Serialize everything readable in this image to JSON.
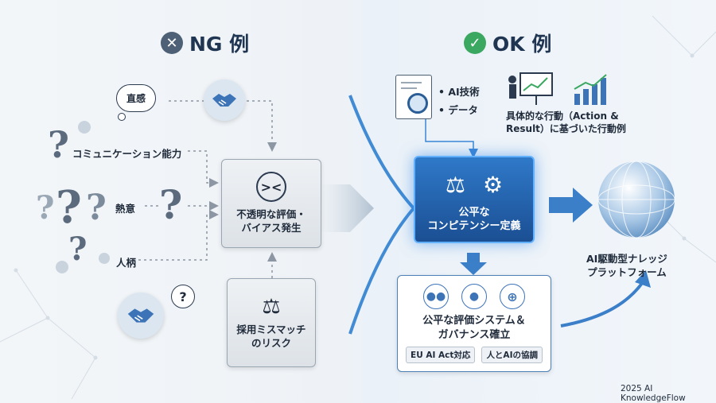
{
  "ng": {
    "title": "NG 例",
    "icon": "close-icon",
    "color": "#4e6075",
    "bubble": "直感",
    "labels": [
      "コミュニケーション能力",
      "熱意",
      "人柄"
    ],
    "problem_box": "不透明な評価・\nバイアス発生",
    "risk_box": "採用ミスマッチ\nのリスク"
  },
  "ok": {
    "title": "OK 例",
    "icon": "check-icon",
    "color": "#3aa860",
    "list": [
      "AI技術",
      "データ"
    ],
    "behavior": "具体的な行動（Action &\nResult）に基づいた行動例",
    "center_box": "公平な\nコンピテンシー定義",
    "system_box": "公平な評価システム＆\nガバナンス確立",
    "tags": [
      "EU AI Act対応",
      "人とAIの協調"
    ],
    "platform": "AI駆動型ナレッジ\nプラットフォーム"
  },
  "footer": "2025 AI KnowledgeFlow"
}
